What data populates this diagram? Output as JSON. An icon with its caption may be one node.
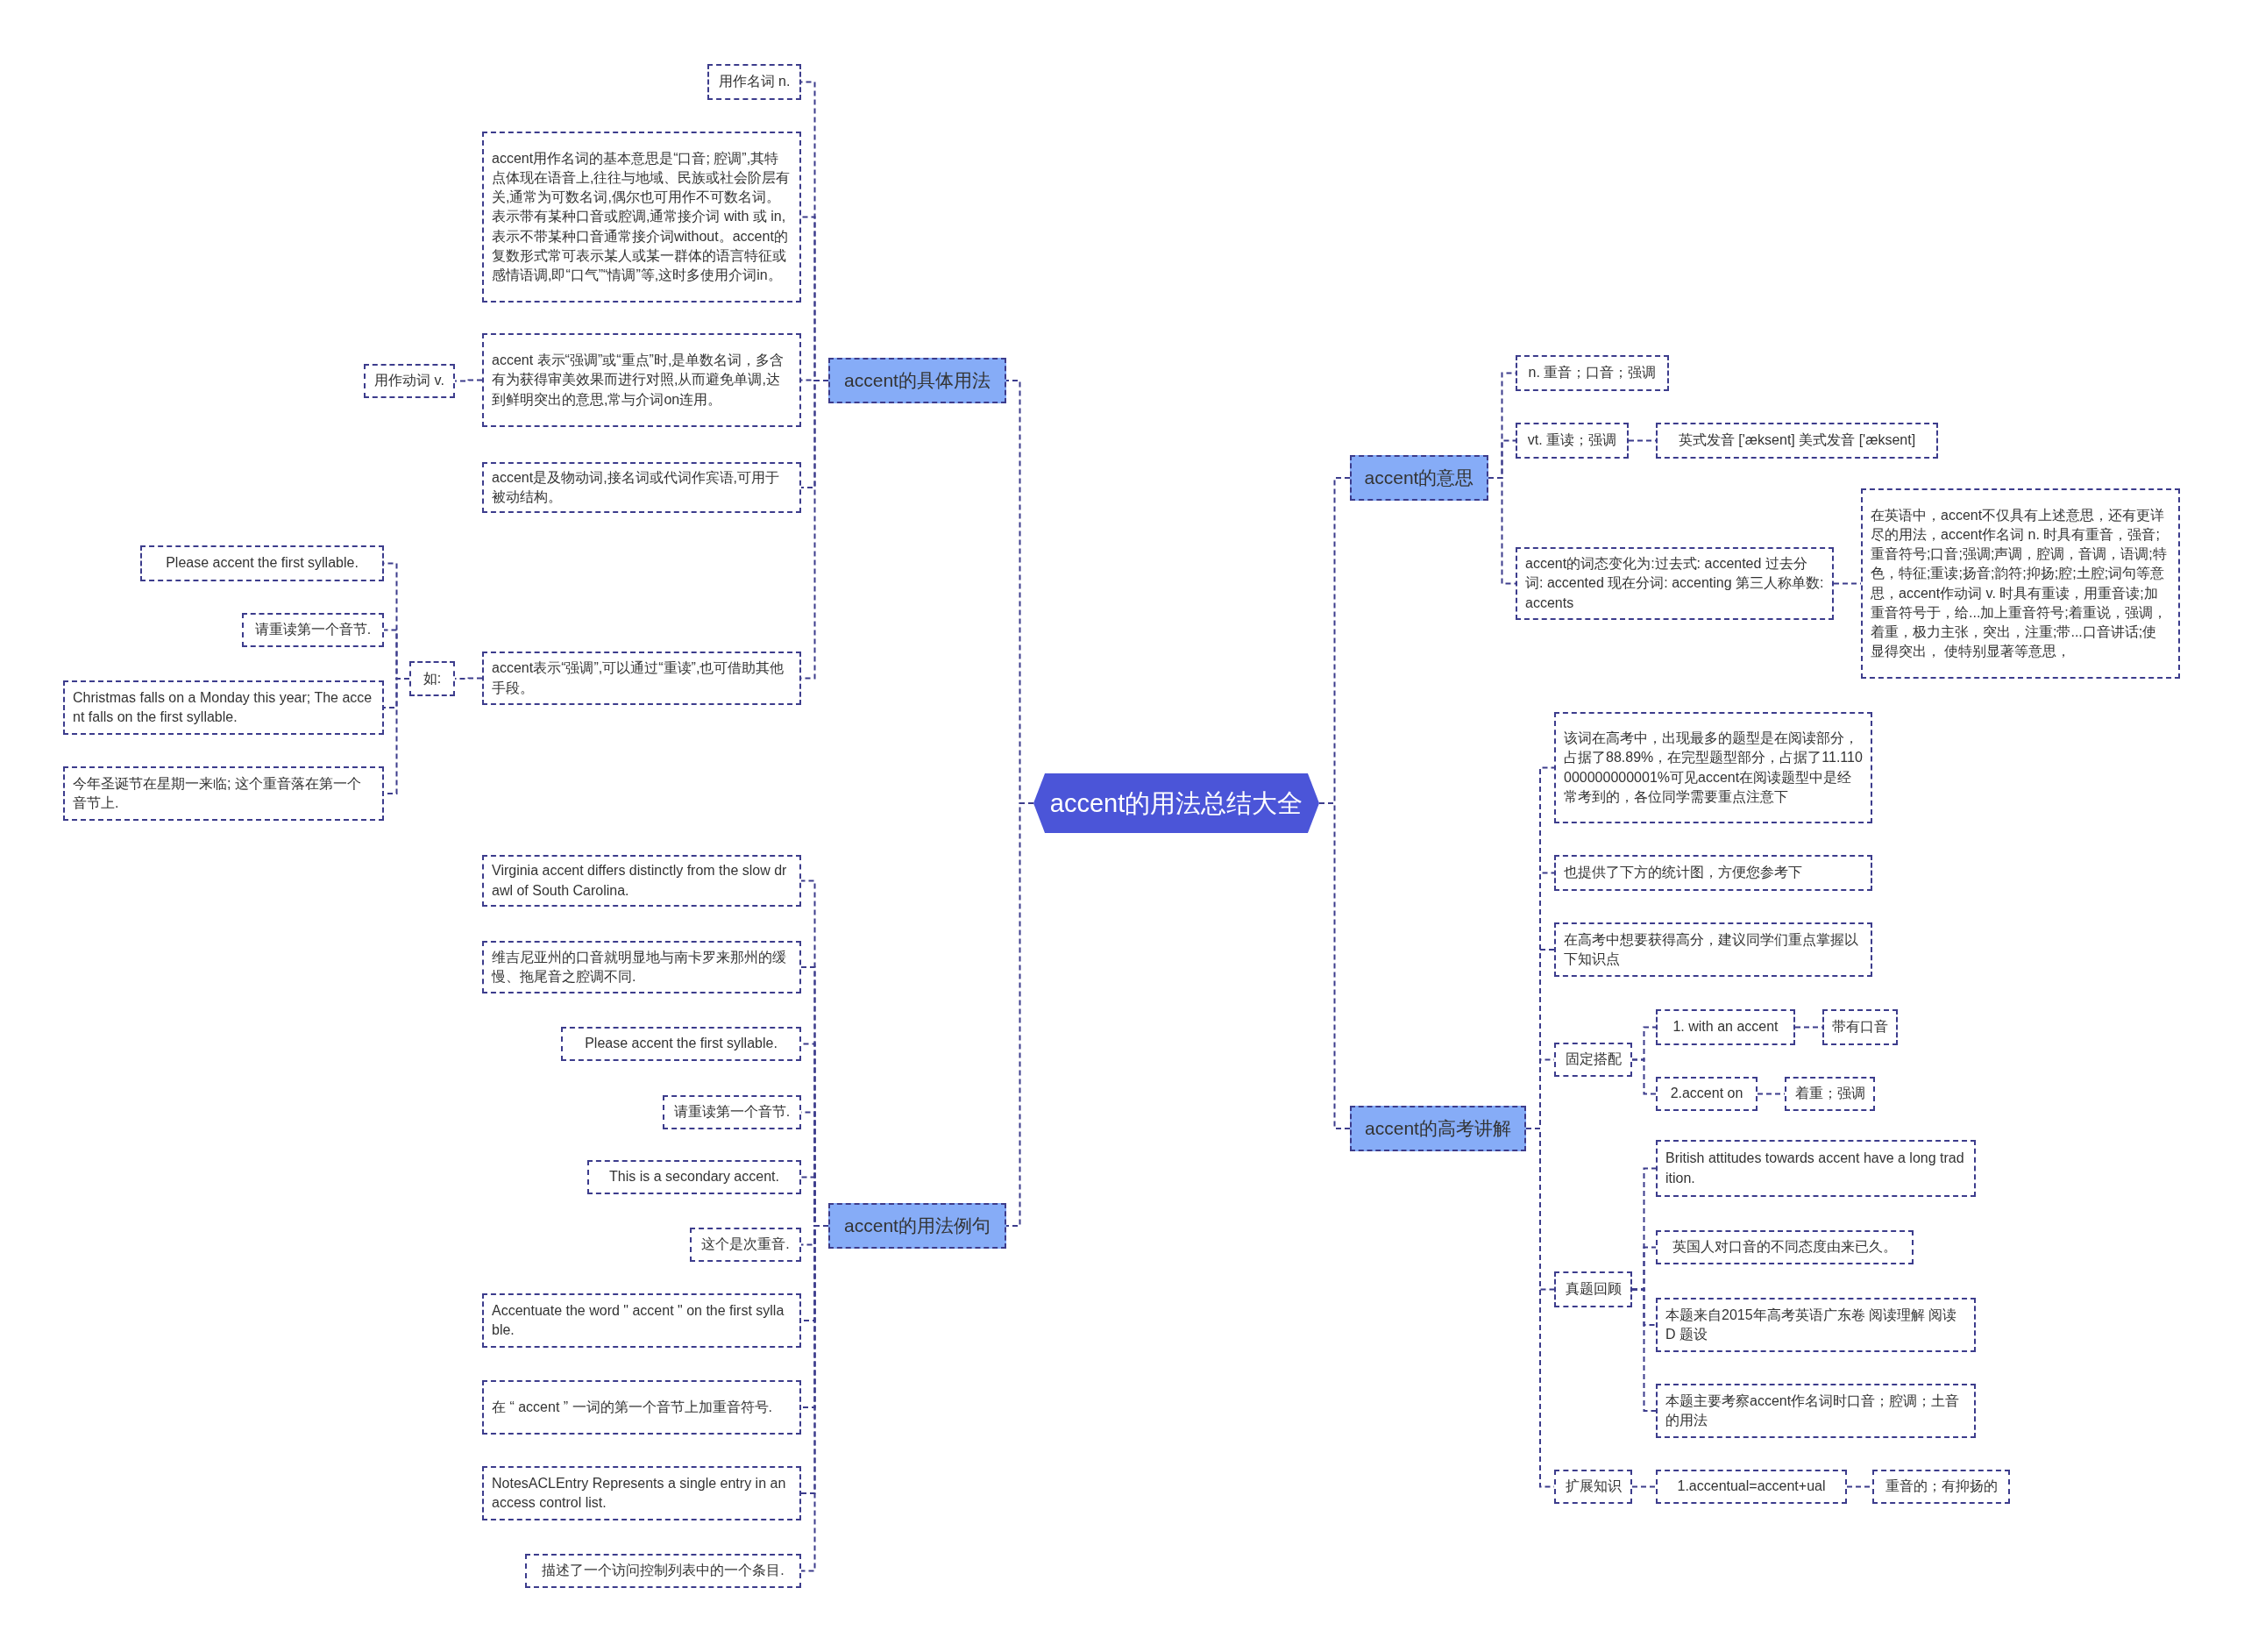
{
  "diagram": {
    "nodes": [
      {
        "text": [
          "accent的用法总结大全"
        ]
      },
      {
        "text": [
          "accent的具体用法"
        ]
      },
      {
        "text": [
          "用作名词 n."
        ]
      },
      {
        "text": [
          "accent用作名词的基本意思是“口音; 腔调”,其特点体现在语音上,往往与地域、民族或社会阶层有关,通常为可数名词,偶尔也可用作不可数名词。表示带有某种口音或腔调,通常接介词 with 或 in,表示不带某种口音通常接介词without。accent的复数形式常可表示某人或某一群体的语言特征或感情语调,即“口气”“情调”等,这时多使用介词in。"
        ]
      },
      {
        "text": [
          "用作动词 v."
        ]
      },
      {
        "text": [
          "accent 表示“强调”或“重点”时,是单数名词，多含有为获得审美效果而进行对照,从而避免单调,达到鲜明突出的意思,常与介词on连用。"
        ]
      },
      {
        "text": [
          "accent是及物动词,接名词或代词作宾语,可用于被动结构。"
        ]
      },
      {
        "text": [
          "accent表示“强调”,可以通过“重读”,也可借助其他手段。"
        ]
      },
      {
        "text": [
          "如:"
        ]
      },
      {
        "text": [
          "Please accent the first syllable."
        ]
      },
      {
        "text": [
          "请重读第一个音节."
        ]
      },
      {
        "text": [
          "Christmas falls on a Monday this year; The accent falls on the first syllable."
        ]
      },
      {
        "text": [
          "今年圣诞节在星期一来临; 这个重音落在第一个音节上."
        ]
      },
      {
        "text": [
          "accent的用法例句"
        ]
      },
      {
        "text": [
          "Virginia accent differs distinctly from the slow drawl of South Carolina."
        ]
      },
      {
        "text": [
          "维吉尼亚州的口音就明显地与南卡罗来那州的缓慢、拖尾音之腔调不同."
        ]
      },
      {
        "text": [
          "Please accent the first syllable."
        ]
      },
      {
        "text": [
          "请重读第一个音节."
        ]
      },
      {
        "text": [
          "This is a secondary accent."
        ]
      },
      {
        "text": [
          "这个是次重音."
        ]
      },
      {
        "text": [
          "Accentuate the word \" accent \" on the first syllable."
        ]
      },
      {
        "text": [
          "在 “ accent ” 一词的第一个音节上加重音符号."
        ]
      },
      {
        "text": [
          "NotesACLEntry Represents a single entry in an access control list."
        ]
      },
      {
        "text": [
          "描述了一个访问控制列表中的一个条目."
        ]
      },
      {
        "text": [
          "accent的意思"
        ]
      },
      {
        "text": [
          "n. 重音；口音；强调"
        ]
      },
      {
        "text": [
          "vt. 重读；强调"
        ]
      },
      {
        "text": [
          "英式发音 ['æksent] 美式发音 ['æksent]"
        ]
      },
      {
        "text": [
          "accent的词态变化为:过去式: accented 过去分词: accented 现在分词: accenting 第三人称单数: accents"
        ]
      },
      {
        "text": [
          "在英语中，accent不仅具有上述意思，还有更详尽的用法，accent作名词 n. 时具有重音，强音;重音符号;口音;强调;声调，腔调，音调，语调;特色，特征;重读;扬音;韵符;抑扬;腔;土腔;词句等意思，accent作动词 v. 时具有重读，用重音读;加重音符号于，给...加上重音符号;着重说，强调，着重，极力主张，突出，注重;带...口音讲话;使显得突出， 使特别显著等意思，"
        ]
      },
      {
        "text": [
          "accent的高考讲解"
        ]
      },
      {
        "text": [
          "该词在高考中，出现最多的题型是在阅读部分，占据了88.89%，在完型题型部分，占据了11.110000000000001%可见accent在阅读题型中是经常考到的，各位同学需要重点注意下"
        ]
      },
      {
        "text": [
          "也提供了下方的统计图，方便您参考下"
        ]
      },
      {
        "text": [
          "在高考中想要获得高分，建议同学们重点掌握以下知识点"
        ]
      },
      {
        "text": [
          "固定搭配"
        ]
      },
      {
        "text": [
          "1. with an accent"
        ]
      },
      {
        "text": [
          "带有口音"
        ]
      },
      {
        "text": [
          "2.accent on"
        ]
      },
      {
        "text": [
          "着重；强调"
        ]
      },
      {
        "text": [
          "真题回顾"
        ]
      },
      {
        "text": [
          "British attitudes towards accent have a long tradition."
        ]
      },
      {
        "text": [
          "英国人对口音的不同态度由来已久。"
        ]
      },
      {
        "text": [
          "本题来自2015年高考英语广东卷 阅读理解 阅读D 题设"
        ]
      },
      {
        "text": [
          "本题主要考察accent作名词时口音；腔调；土音的用法"
        ]
      },
      {
        "text": [
          "扩展知识"
        ]
      },
      {
        "text": [
          "1.accentual=accent+ual"
        ]
      },
      {
        "text": [
          "重音的；有抑扬的"
        ]
      }
    ],
    "edges": [
      {
        "from": 0,
        "to": 1,
        "arrow": "none"
      },
      {
        "from": 0,
        "to": 13,
        "arrow": "none"
      },
      {
        "from": 0,
        "to": 24,
        "arrow": "none"
      },
      {
        "from": 0,
        "to": 30,
        "arrow": "none"
      },
      {
        "from": 1,
        "to": 2,
        "arrow": "none"
      },
      {
        "from": 1,
        "to": 3,
        "arrow": "none"
      },
      {
        "from": 1,
        "to": 5,
        "arrow": "none"
      },
      {
        "from": 1,
        "to": 6,
        "arrow": "none"
      },
      {
        "from": 1,
        "to": 7,
        "arrow": "none"
      },
      {
        "from": 5,
        "to": 4,
        "arrow": "none"
      },
      {
        "from": 7,
        "to": 8,
        "arrow": "none"
      },
      {
        "from": 8,
        "to": 9,
        "arrow": "none"
      },
      {
        "from": 8,
        "to": 10,
        "arrow": "none"
      },
      {
        "from": 8,
        "to": 11,
        "arrow": "none"
      },
      {
        "from": 8,
        "to": 12,
        "arrow": "none"
      },
      {
        "from": 13,
        "to": 14,
        "arrow": "none"
      },
      {
        "from": 13,
        "to": 15,
        "arrow": "none"
      },
      {
        "from": 13,
        "to": 16,
        "arrow": "none"
      },
      {
        "from": 13,
        "to": 17,
        "arrow": "none"
      },
      {
        "from": 13,
        "to": 18,
        "arrow": "none"
      },
      {
        "from": 13,
        "to": 19,
        "arrow": "none"
      },
      {
        "from": 13,
        "to": 20,
        "arrow": "none"
      },
      {
        "from": 13,
        "to": 21,
        "arrow": "none"
      },
      {
        "from": 13,
        "to": 22,
        "arrow": "none"
      },
      {
        "from": 13,
        "to": 23,
        "arrow": "none"
      },
      {
        "from": 24,
        "to": 25,
        "arrow": "none"
      },
      {
        "from": 24,
        "to": 26,
        "arrow": "none"
      },
      {
        "from": 24,
        "to": 28,
        "arrow": "none"
      },
      {
        "from": 26,
        "to": 27,
        "arrow": "none"
      },
      {
        "from": 28,
        "to": 29,
        "arrow": "none"
      },
      {
        "from": 30,
        "to": 31,
        "arrow": "none"
      },
      {
        "from": 30,
        "to": 32,
        "arrow": "none"
      },
      {
        "from": 30,
        "to": 33,
        "arrow": "none"
      },
      {
        "from": 30,
        "to": 34,
        "arrow": "none"
      },
      {
        "from": 30,
        "to": 39,
        "arrow": "none"
      },
      {
        "from": 30,
        "to": 44,
        "arrow": "none"
      },
      {
        "from": 34,
        "to": 35,
        "arrow": "none"
      },
      {
        "from": 34,
        "to": 37,
        "arrow": "none"
      },
      {
        "from": 35,
        "to": 36,
        "arrow": "none"
      },
      {
        "from": 37,
        "to": 38,
        "arrow": "none"
      },
      {
        "from": 39,
        "to": 40,
        "arrow": "none"
      },
      {
        "from": 39,
        "to": 41,
        "arrow": "none"
      },
      {
        "from": 39,
        "to": 42,
        "arrow": "none"
      },
      {
        "from": 39,
        "to": 43,
        "arrow": "none"
      },
      {
        "from": 44,
        "to": 45,
        "arrow": "none"
      },
      {
        "from": 45,
        "to": 46,
        "arrow": "none"
      }
    ]
  }
}
